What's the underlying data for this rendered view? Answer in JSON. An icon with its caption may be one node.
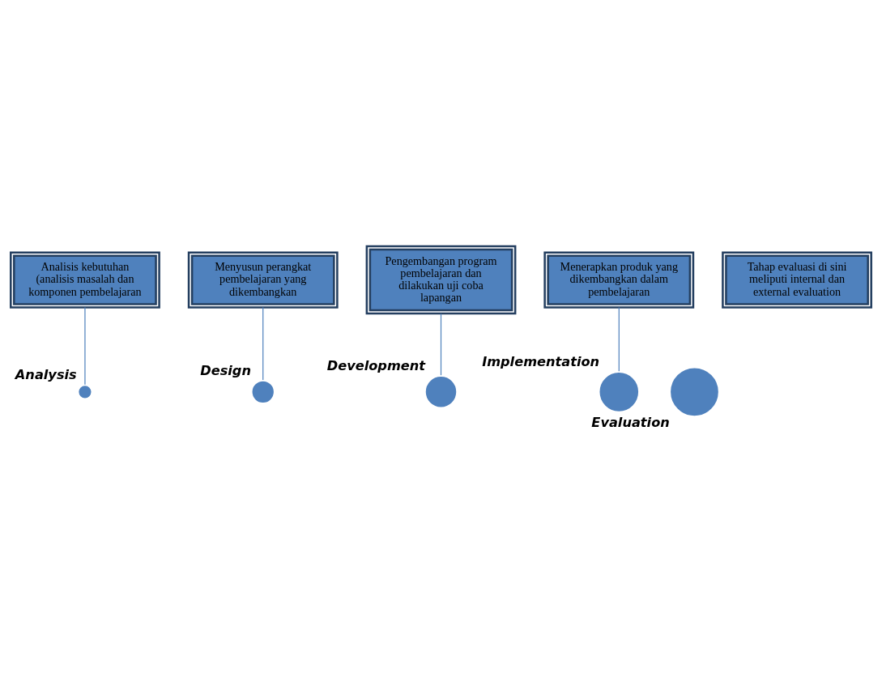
{
  "diagram": {
    "nodes": [
      {
        "text": [
          "Analisis kebutuhan (analisis masalah dan komponen pembelajaran"
        ]
      },
      {
        "text": [],
        "shape": "circle",
        "beside": [
          "Analysis"
        ]
      },
      {
        "text": [
          "Menyusun perangkat pembelajaran yang dikembangkan"
        ]
      },
      {
        "text": [],
        "shape": "circle",
        "beside": [
          "Design"
        ]
      },
      {
        "text": [
          "Pengembangan program pembelajaran dan dilakukan uji coba lapangan"
        ]
      },
      {
        "text": [],
        "shape": "circle",
        "beside": [
          "Development"
        ]
      },
      {
        "text": [
          "Menerapkan produk yang dikembangkan dalam pembelajaran"
        ]
      },
      {
        "text": [],
        "shape": "circle",
        "beside": [
          "Implementation"
        ]
      },
      {
        "text": [
          "Tahap evaluasi di sini meliputi internal dan external evaluation"
        ]
      },
      {
        "text": [],
        "shape": "circle",
        "beside": [
          "Evaluation"
        ]
      }
    ],
    "edges": [
      {
        "from": 0,
        "to": 1,
        "arrow": "none"
      },
      {
        "from": 2,
        "to": 3,
        "arrow": "none"
      },
      {
        "from": 4,
        "to": 5,
        "arrow": "none"
      },
      {
        "from": 6,
        "to": 7,
        "arrow": "none"
      }
    ]
  }
}
